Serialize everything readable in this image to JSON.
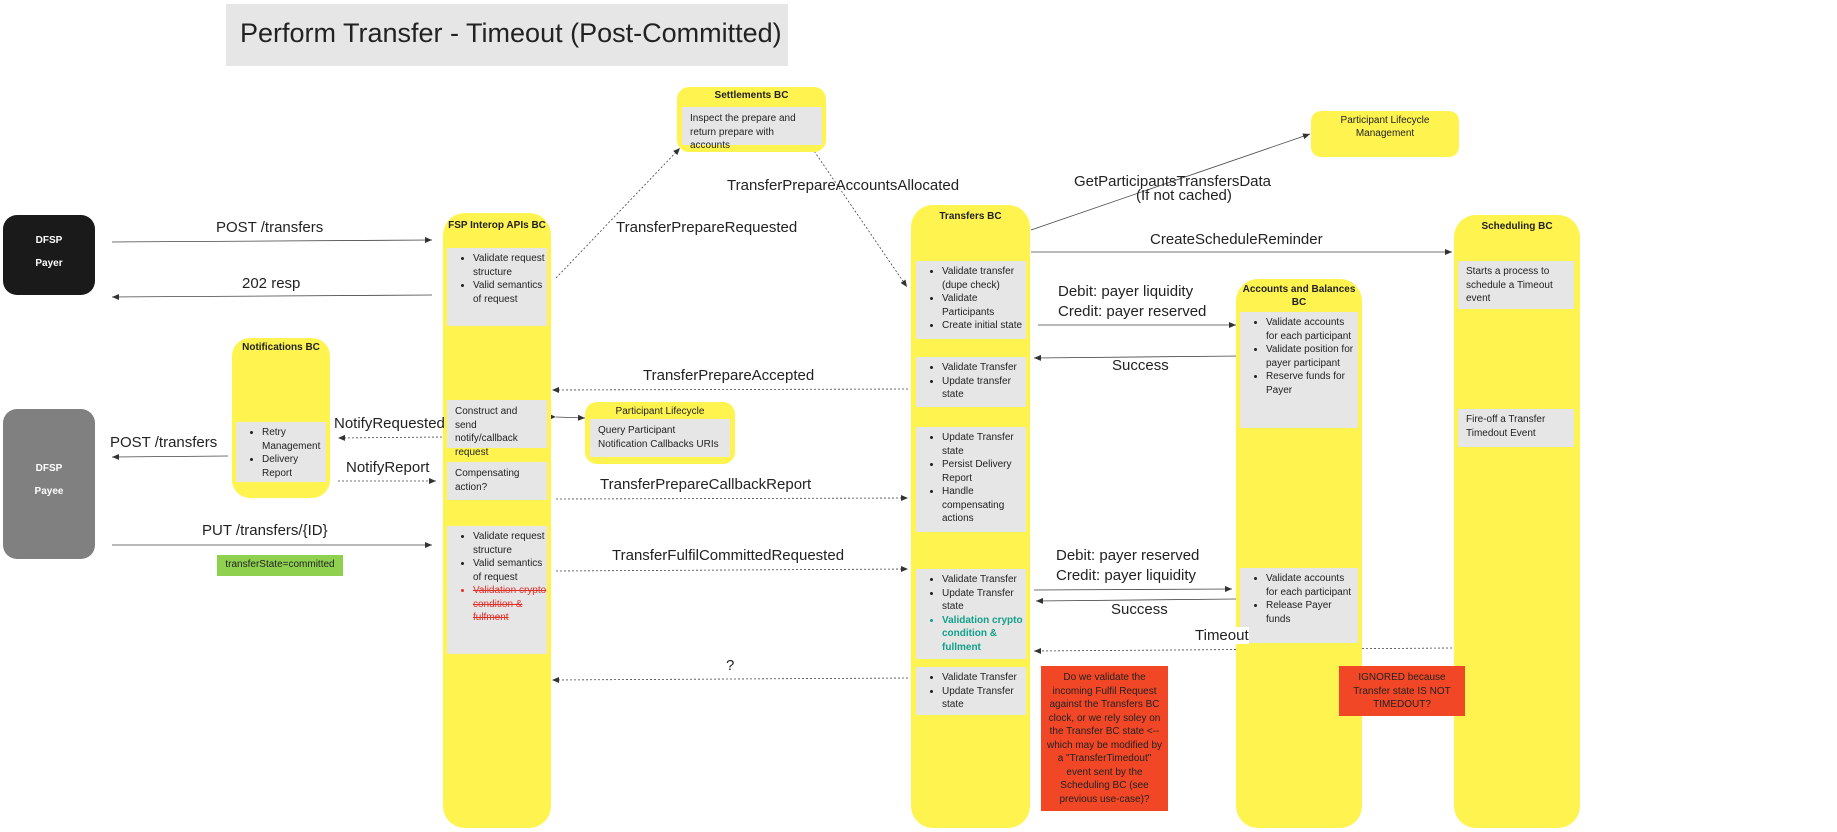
{
  "title": "Perform Transfer - Timeout (Post-Committed)",
  "actors": {
    "payer": {
      "line1": "DFSP",
      "line2": "Payer"
    },
    "payee": {
      "line1": "DFSP",
      "line2": "Payee"
    }
  },
  "lanes": {
    "fsp": "FSP Interop APIs BC",
    "notifications": "Notifications BC",
    "settlements": "Settlements BC",
    "transfers": "Transfers BC",
    "plm_top": "Participant Lifecycle Management",
    "plm_small": "Participant Lifecycle",
    "accounts": "Accounts and Balances BC",
    "scheduling": "Scheduling BC"
  },
  "boxes": {
    "fsp_validate1": [
      "Validate request structure",
      "Valid semantics of request"
    ],
    "fsp_construct": "Construct and send notify/callback request",
    "fsp_compensating": "Compensating action?",
    "fsp_validate2": [
      "Validate request structure",
      "Valid semantics of request"
    ],
    "fsp_validate2_strike": "Validation crypto condition & fulfment",
    "notif_items": [
      "Retry Management",
      "Delivery Report"
    ],
    "settlements_text": "Inspect the prepare and return prepare with accounts",
    "plm_query": "Query Participant Notification Callbacks URIs",
    "tr_box1": [
      "Validate transfer (dupe check)",
      "Validate Participants",
      "Create initial state"
    ],
    "tr_box2": [
      "Validate Transfer",
      "Update transfer state"
    ],
    "tr_box3": [
      "Update Transfer state",
      "Persist Delivery Report",
      "Handle compensating actions"
    ],
    "tr_box4": [
      "Validate Transfer",
      "Update Transfer state"
    ],
    "tr_box4_teal": "Validation crypto condition & fullment",
    "tr_box5": [
      "Validate Transfer",
      "Update Transfer state"
    ],
    "ab_box1": [
      "Validate accounts for each participant",
      "Validate position for payer participant",
      "Reserve funds for Payer"
    ],
    "ab_box2": [
      "Validate accounts for each participant",
      "Release Payer funds"
    ],
    "sch_box1": "Starts a process to schedule a Timeout event",
    "sch_box2": "Fire-off a Transfer Timedout Event"
  },
  "labels": {
    "post_transfers_payer": "POST /transfers",
    "resp_202": "202 resp",
    "prepare_requested": "TransferPrepareRequested",
    "accounts_allocated": "TransferPrepareAccountsAllocated",
    "get_participants": "GetParticipantsTransfersData",
    "if_not_cached": "(If not cached)",
    "create_schedule": "CreateScheduleReminder",
    "debit1": "Debit: payer liquidity",
    "credit1": "Credit: payer reserved",
    "success1": "Success",
    "prepare_accepted": "TransferPrepareAccepted",
    "notify_requested": "NotifyRequested",
    "post_transfers_payee": "POST /transfers",
    "notify_report": "NotifyReport",
    "callback_report": "TransferPrepareCallbackReport",
    "put_transfers": "PUT /transfers/{ID}",
    "fulfil_committed": "TransferFulfilCommittedRequested",
    "debit2": "Debit: payer reserved",
    "credit2": "Credit: payer liquidity",
    "success2": "Success",
    "timeout": "Timeout",
    "question": "?"
  },
  "notes": {
    "transfer_state": "transferState=committed",
    "red_question": "Do we validate the incoming Fulfil Request against the Transfers BC clock, or we rely soley on the Transfer BC state <-- which may be modified by a \"TransferTimedout\" event sent by the Scheduling BC (see previous use-case)?",
    "ignored": "IGNORED because Transfer state IS NOT TIMEDOUT?"
  },
  "colors": {
    "lane": "#fff44f",
    "box": "#e6e6e6",
    "payer": "#1a1a1a",
    "payee": "#808080",
    "red_note": "#f24726",
    "green_note": "#8fd14f",
    "teal": "#12a08a",
    "strike": "#e0302a"
  }
}
